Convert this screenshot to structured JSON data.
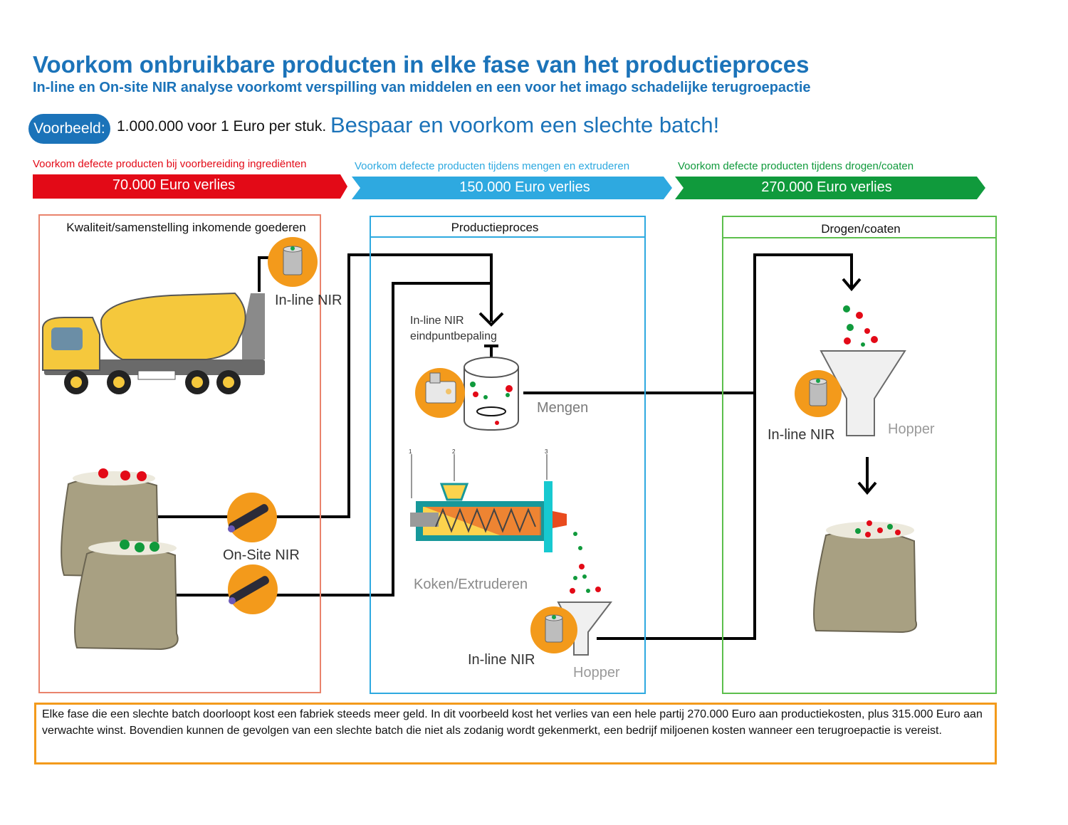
{
  "header": {
    "title": "Voorkom onbruikbare producten in elke fase van het productieproces",
    "subtitle": "In-line en On-site NIR analyse voorkomt verspilling van middelen en een voor het imago schadelijke terugroepactie"
  },
  "example": {
    "badge": "Voorbeeld:",
    "text": "1.000.000 voor 1 Euro per stuk.",
    "slogan": "Bespaar en voorkom een slechte batch!"
  },
  "stages": [
    {
      "label": "Voorkom defecte producten bij voorbereiding ingrediënten",
      "loss": "70.000 Euro verlies",
      "color": "#e30a17"
    },
    {
      "label": "Voorkom defecte producten tijdens mengen en extruderen",
      "loss": "150.000 Euro verlies",
      "color": "#2ea9e0"
    },
    {
      "label": "Voorkom defecte producten tijdens drogen/coaten",
      "loss": "270.000 Euro verlies",
      "color": "#109a3c"
    }
  ],
  "boxes": {
    "incoming": {
      "title": "Kwaliteit/samenstelling inkomende goederen",
      "border": "#e9836c"
    },
    "production": {
      "title": "Productieproces",
      "border": "#2ea9e0"
    },
    "drying": {
      "title": "Drogen/coaten",
      "border": "#5cbf4c"
    }
  },
  "labels": {
    "inline_truck": "In-line NIR",
    "onsite": "On-Site NIR",
    "inline_endpoint_1": "In-line NIR",
    "inline_endpoint_2": "eindpuntbepaling",
    "mixing": "Mengen",
    "extruding": "Koken/Extruderen",
    "inline_hopper1": "In-line NIR",
    "hopper1": "Hopper",
    "inline_hopper2": "In-line NIR",
    "hopper2": "Hopper",
    "extruder_mark_1": "1",
    "extruder_mark_2": "2",
    "extruder_mark_3": "3"
  },
  "note": "Elke fase die een slechte batch doorloopt kost een fabriek steeds meer geld. In dit voorbeeld kost het verlies van een hele partij 270.000 Euro aan productiekosten, plus 315.000 Euro aan verwachte winst. Bovendien kunnen de gevolgen van een slechte batch die niet als zodanig wordt gekenmerkt, een bedrijf miljoenen kosten wanneer een terugroepactie is vereist.",
  "colors": {
    "brand": "#1b73b9",
    "sensor_orange": "#f39a1b",
    "sack": "#a8a082",
    "truck_yellow": "#f5c83c"
  }
}
